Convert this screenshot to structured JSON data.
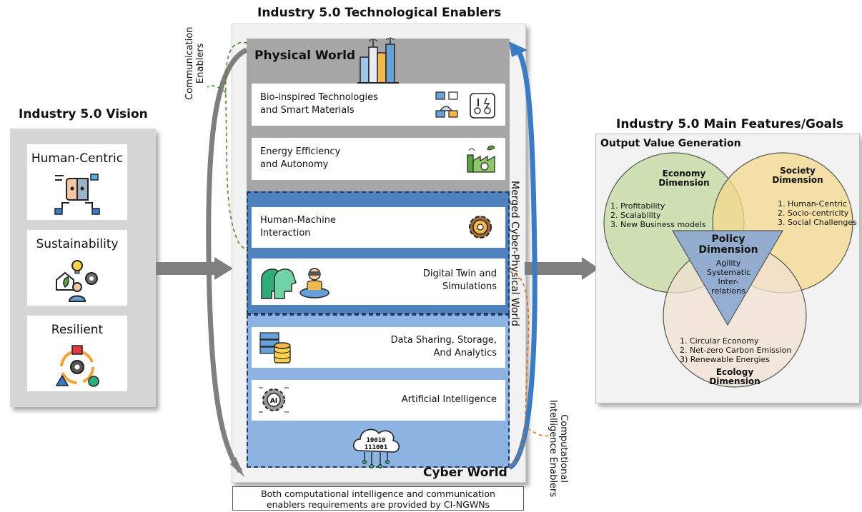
{
  "titles": {
    "vision": "Industry 5.0 Vision",
    "enablers": "Industry 5.0 Technological Enablers",
    "features": "Industry 5.0 Main Features/Goals"
  },
  "vision_items": [
    {
      "label": "Human-Centric",
      "icon": "human-robot-icon"
    },
    {
      "label": "Sustainability",
      "icon": "sustainability-icon"
    },
    {
      "label": "Resilient",
      "icon": "resilience-cycle-icon"
    }
  ],
  "worlds": {
    "physical": "Physical World",
    "merged": "Merged Cyber-Physical World",
    "cyber": "Cyber World"
  },
  "enablers": [
    {
      "text": "Bio-inspired Technologies\nand Smart Materials",
      "icon": "smart-devices-icon"
    },
    {
      "text": "Energy Efficiency\nand Autonomy",
      "icon": "green-factory-icon"
    },
    {
      "text": "Human-Machine\nInteraction",
      "icon": "gear-brain-icon"
    },
    {
      "text": "Digital Twin and\nSimulations",
      "icon": "digital-twin-icon"
    },
    {
      "text": "Data Sharing, Storage,\nAnd Analytics",
      "icon": "database-icon"
    },
    {
      "text": "Artificial Intelligence",
      "icon": "ai-chip-icon"
    }
  ],
  "side_labels": {
    "communication": "Communication\nEnablers",
    "computational": "Computational\nIntelligence Enablers"
  },
  "cloud_binary": {
    "line1": "10010",
    "line2": "111001"
  },
  "footer_note": "Both computational intelligence and communication\nenablers requirements are provided by CI-NGWNs",
  "output": {
    "heading": "Output Value Generation",
    "economy": {
      "title": "Economy\nDimension",
      "items": [
        "1. Profitability",
        "2. Scalability",
        "3. New Business models"
      ],
      "color": "#c5dba5"
    },
    "society": {
      "title": "Society\nDimension",
      "items": [
        "1. Human-Centric",
        "2. Socio-centricity",
        "3. Social Challenges"
      ],
      "color": "#f4d98e"
    },
    "ecology": {
      "title": "Ecology\nDimension",
      "items": [
        "1. Circular Economy",
        "2. Net-zero Carbon Emission",
        "3) Renewable Energies"
      ],
      "color": "#f1e1d3"
    },
    "policy": {
      "title": "Policy\nDimension",
      "items": [
        "Agility",
        "Systematic",
        "Inter-",
        "relations"
      ],
      "color": "#8eaad0"
    }
  },
  "colors": {
    "physical_bg": "#a6a6a6",
    "merged_bg": "#4f81bd",
    "cyber_bg": "#8db3e2",
    "arrow_gray": "#7f7f7f",
    "arrow_blue": "#3a7cc4",
    "dashed_green": "#4e8a2f",
    "dashed_orange": "#e06b1a"
  }
}
